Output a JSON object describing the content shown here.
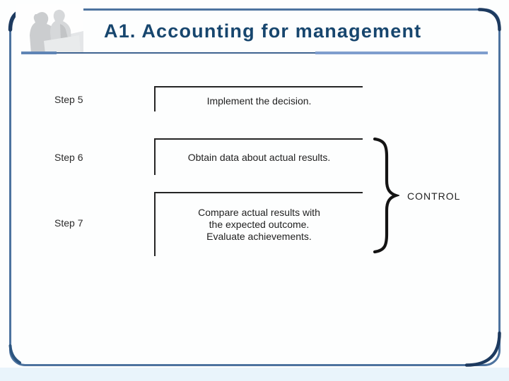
{
  "slide": {
    "title": "A1. Accounting for management"
  },
  "diagram": {
    "steps": [
      {
        "label": "Step 5",
        "lines": [
          "Implement the decision."
        ]
      },
      {
        "label": "Step 6",
        "lines": [
          "Obtain data about actual results."
        ]
      },
      {
        "label": "Step 7",
        "lines": [
          "Compare actual results with",
          "the expected outcome.",
          "Evaluate achievements."
        ]
      }
    ],
    "brace_label": "CONTROL",
    "brace_groups_steps": [
      "Step 6",
      "Step 7"
    ]
  },
  "icons": {
    "logo": "two-people-silhouette-icon",
    "brace": "right-curly-brace-icon"
  },
  "colors": {
    "title_text": "#17466e",
    "frame_border": "#4d739f",
    "frame_corner_accent": "#1d3a5f",
    "divider_left": "#5f85b5",
    "divider_mid": "#3f6390",
    "divider_right": "#7f9ece",
    "diagram_ink": "#1f1f1f",
    "outside_bottom_tint": "#e9f4fb"
  }
}
